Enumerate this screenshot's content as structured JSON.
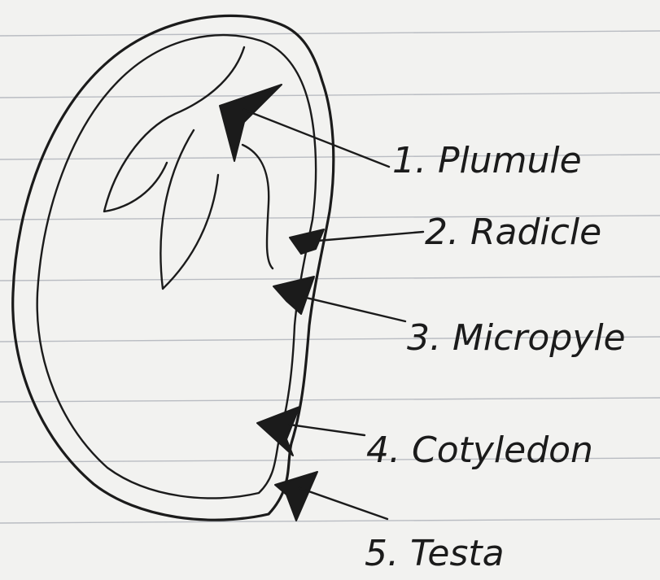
{
  "labels": [
    {
      "id": "plumule",
      "text": "1. Plumule"
    },
    {
      "id": "radicle",
      "text": "2. Radicle"
    },
    {
      "id": "micropyle",
      "text": "3. Micropyle"
    },
    {
      "id": "cotyledon",
      "text": "4. Cotyledon"
    },
    {
      "id": "testa",
      "text": "5. Testa"
    }
  ],
  "colors": {
    "ink": "#1b1b1b",
    "paper": "#f2f2f0",
    "ruled_line": "#b9bcc2"
  }
}
